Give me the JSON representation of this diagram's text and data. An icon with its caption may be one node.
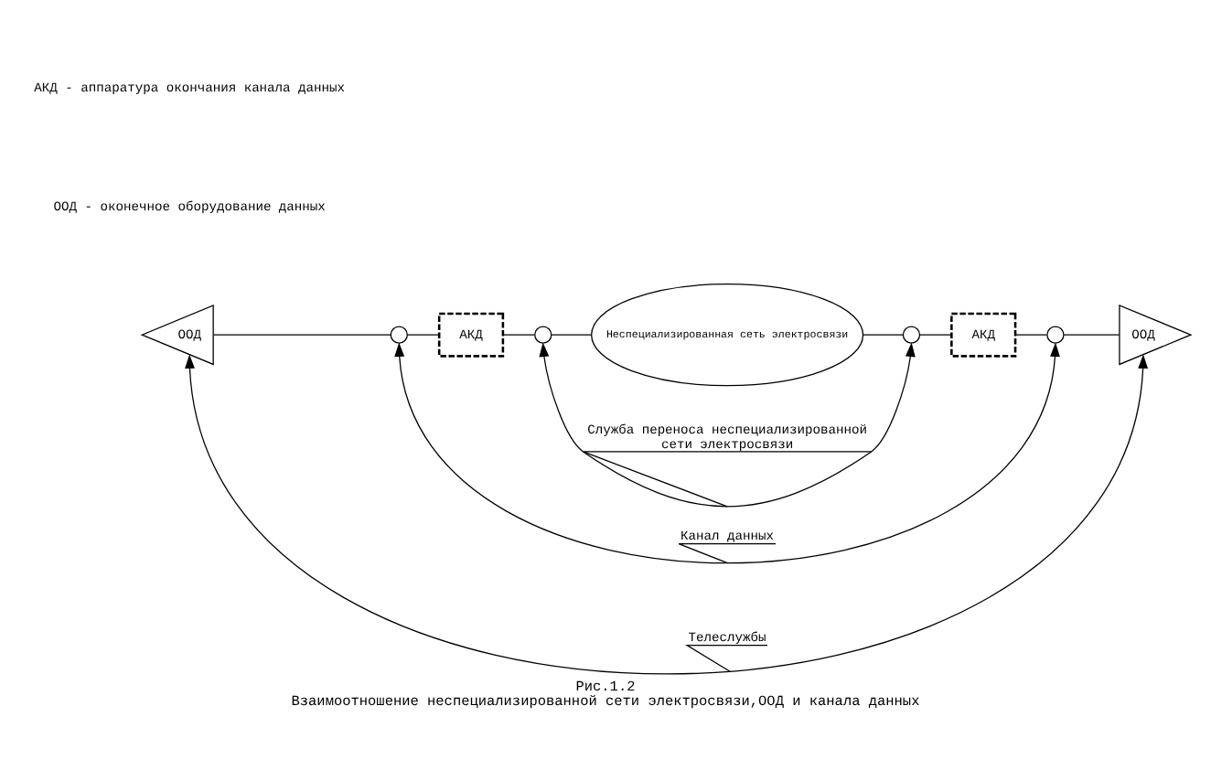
{
  "diagram": {
    "title": "Рис.1.2",
    "caption": "Взаимоотношение неспециализированной сети электросвязи,ООД и канала данных",
    "nodes": [
      {
        "text": [
          "ООД"
        ]
      },
      {
        "text": [],
        "shape": "circle"
      },
      {
        "text": [
          "АКД"
        ]
      },
      {
        "text": [],
        "shape": "circle"
      },
      {
        "text": [
          "Неспециализированная сеть электросвязи"
        ]
      },
      {
        "text": [],
        "shape": "circle"
      },
      {
        "text": [
          "АКД"
        ]
      },
      {
        "text": [],
        "shape": "circle"
      },
      {
        "text": [
          "ООД"
        ]
      }
    ],
    "edges": [
      {
        "from": 0,
        "to": 1,
        "arrow": "none"
      },
      {
        "from": 1,
        "to": 2,
        "arrow": "none"
      },
      {
        "from": 2,
        "to": 3,
        "arrow": "none"
      },
      {
        "from": 3,
        "to": 4,
        "arrow": "none"
      },
      {
        "from": 4,
        "to": 5,
        "arrow": "none"
      },
      {
        "from": 5,
        "to": 6,
        "arrow": "none"
      },
      {
        "from": 6,
        "to": 7,
        "arrow": "none"
      },
      {
        "from": 7,
        "to": 8,
        "arrow": "none"
      },
      {
        "from": 3,
        "to": 5,
        "arrow": "both",
        "label": "Служба переноса неспециализированной сети электросвязи"
      },
      {
        "from": 1,
        "to": 7,
        "arrow": "both",
        "label": "Канал данных"
      },
      {
        "from": 0,
        "to": 8,
        "arrow": "both",
        "label": "Телеслужбы"
      }
    ],
    "labels": [
      "ООД - оконечное оборудование данных",
      "АКД - аппаратура окончания канала данных"
    ]
  }
}
